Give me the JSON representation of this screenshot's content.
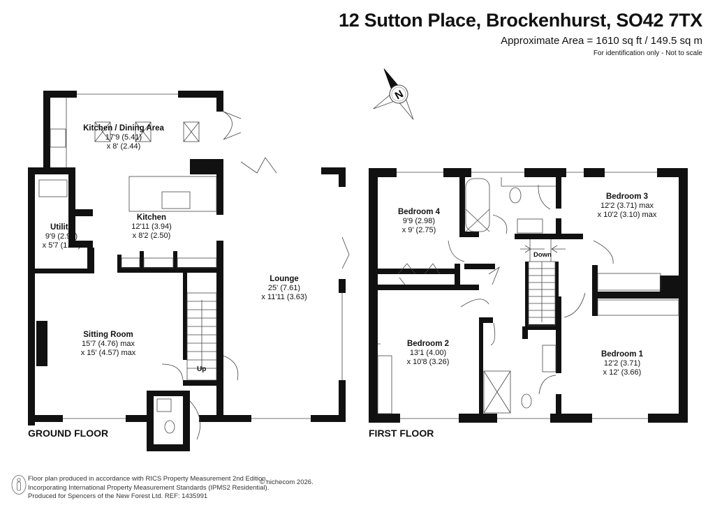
{
  "header": {
    "title": "12 Sutton Place, Brockenhurst, SO42 7TX",
    "area": "Approximate Area = 1610 sq ft / 149.5 sq m",
    "disclaimer": "For identification only - Not to scale",
    "compass_label": "N"
  },
  "ground_floor": {
    "label": "GROUND FLOOR",
    "rooms": [
      {
        "name": "Kitchen / Dining Area",
        "dim1": "17'9 (5.41)",
        "dim2": "x 8' (2.44)"
      },
      {
        "name": "Kitchen",
        "dim1": "12'11 (3.94)",
        "dim2": "x 8'2 (2.50)"
      },
      {
        "name": "Utility",
        "dim1": "9'9 (2.96)",
        "dim2": "x 5'7 (1.70)"
      },
      {
        "name": "Lounge",
        "dim1": "25' (7.61)",
        "dim2": "x 11'11 (3.63)"
      },
      {
        "name": "Sitting Room",
        "dim1": "15'7 (4.76) max",
        "dim2": "x 15' (4.57) max"
      }
    ],
    "stairs_label": "Up"
  },
  "first_floor": {
    "label": "FIRST FLOOR",
    "rooms": [
      {
        "name": "Bedroom 4",
        "dim1": "9'9 (2.98)",
        "dim2": "x 9' (2.75)"
      },
      {
        "name": "Bedroom 3",
        "dim1": "12'2 (3.71) max",
        "dim2": "x 10'2 (3.10) max"
      },
      {
        "name": "Bedroom 2",
        "dim1": "13'1 (4.00)",
        "dim2": "x 10'8 (3.26)"
      },
      {
        "name": "Bedroom 1",
        "dim1": "12'2 (3.71)",
        "dim2": "x 12' (3.66)"
      }
    ],
    "stairs_label": "Down"
  },
  "footer": {
    "line1": "Floor plan produced in accordance with RICS Property Measurement 2nd Edition,",
    "line2": "Incorporating International Property Measurement Standards (IPMS2 Residential).",
    "line3": "Produced for Spencers of the New Forest Ltd.   REF:  1435991",
    "copyright": "© nichecom 2026."
  }
}
